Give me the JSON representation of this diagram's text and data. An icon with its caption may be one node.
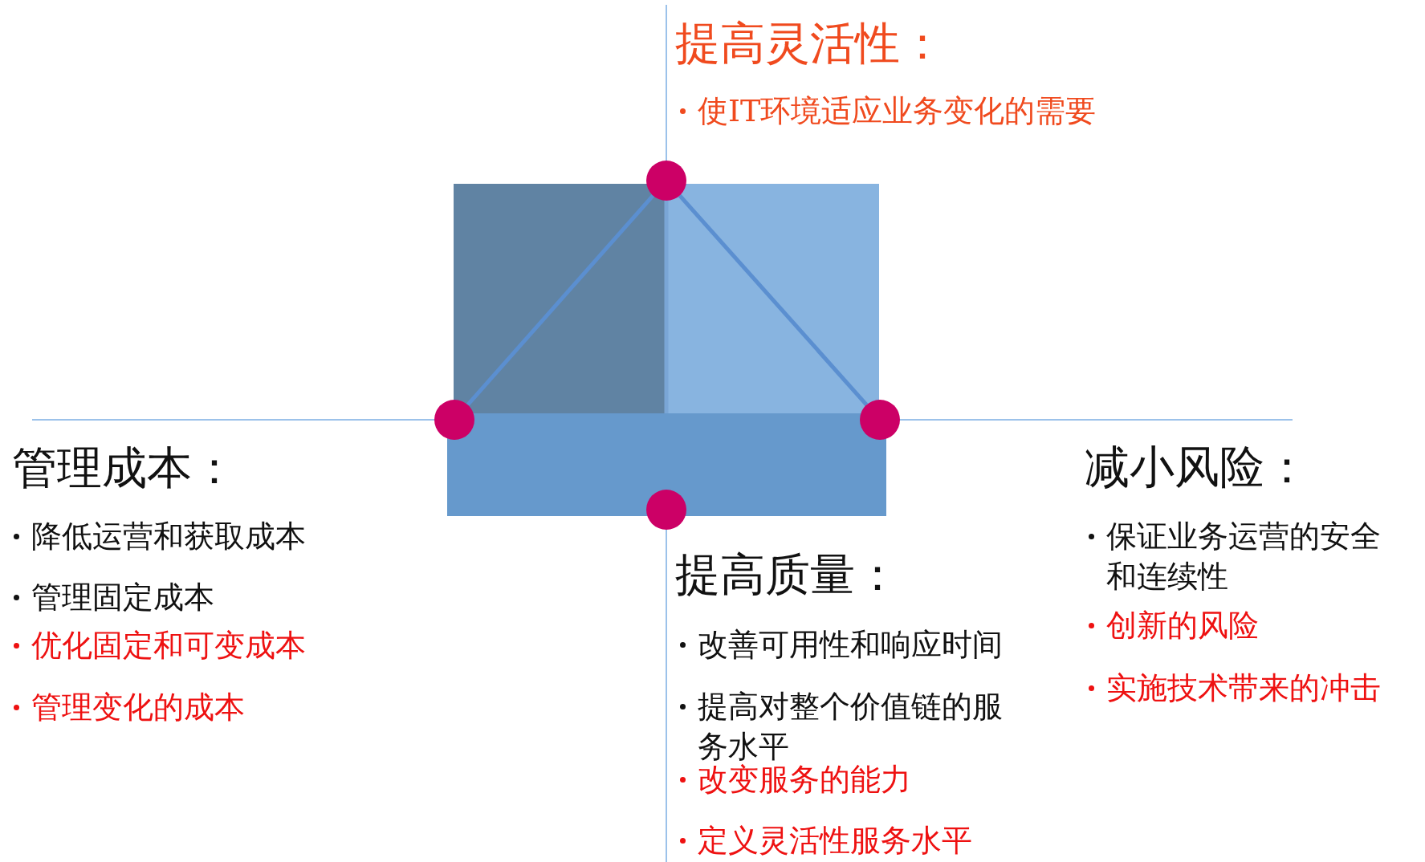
{
  "diagram": {
    "nodes": [
      {
        "text": [],
        "shape": "circle"
      },
      {
        "text": [],
        "shape": "circle"
      },
      {
        "text": [],
        "shape": "circle"
      },
      {
        "text": [],
        "shape": "circle"
      }
    ],
    "edges": [
      {
        "from": 1,
        "to": 0,
        "arrow": "none"
      },
      {
        "from": 0,
        "to": 2,
        "arrow": "none"
      }
    ],
    "labels": [
      "提高灵活性：",
      "使IT环境适应业务变化的需要",
      "管理成本：",
      "降低运营和获取成本",
      "管理固定成本",
      "优化固定和可变成本",
      "管理变化的成本",
      "减小风险：",
      "保证业务运营的安全和连续性",
      "创新的风险",
      "实施技术带来的冲击",
      "提高质量：",
      "改善可用性和响应时间",
      "提高对整个价值链的服务水平",
      "改变服务的能力",
      "定义灵活性服务水平"
    ]
  }
}
